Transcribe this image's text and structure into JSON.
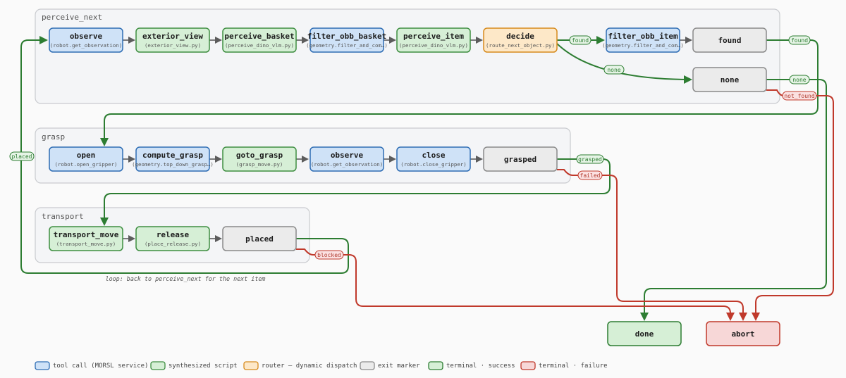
{
  "groups": {
    "perceive_next": "perceive_next",
    "grasp": "grasp",
    "transport": "transport"
  },
  "nodes": {
    "observe1": {
      "title": "observe",
      "sub": "(robot.get_observation)"
    },
    "exterior_view": {
      "title": "exterior_view",
      "sub": "(exterior_view.py)"
    },
    "perceive_basket": {
      "title": "perceive_basket",
      "sub": "(perceive_dino_vlm.py)"
    },
    "filter_obb_basket": {
      "title": "filter_obb_basket",
      "sub": "(geometry.filter_and_com…)"
    },
    "perceive_item": {
      "title": "perceive_item",
      "sub": "(perceive_dino_vlm.py)"
    },
    "decide": {
      "title": "decide",
      "sub": "(route_next_object.py)"
    },
    "filter_obb_item": {
      "title": "filter_obb_item",
      "sub": "(geometry.filter_and_com…)"
    },
    "found": {
      "title": "found"
    },
    "none": {
      "title": "none"
    },
    "open": {
      "title": "open",
      "sub": "(robot.open_gripper)"
    },
    "compute_grasp": {
      "title": "compute_grasp",
      "sub": "(geometry.top_down_grasp…)"
    },
    "goto_grasp": {
      "title": "goto_grasp",
      "sub": "(grasp_move.py)"
    },
    "observe2": {
      "title": "observe",
      "sub": "(robot.get_observation)"
    },
    "close": {
      "title": "close",
      "sub": "(robot.close_gripper)"
    },
    "grasped": {
      "title": "grasped"
    },
    "transport_move": {
      "title": "transport_move",
      "sub": "(transport_move.py)"
    },
    "release": {
      "title": "release",
      "sub": "(place_release.py)"
    },
    "placed": {
      "title": "placed"
    },
    "done": {
      "title": "done"
    },
    "abort": {
      "title": "abort"
    }
  },
  "edge_labels": {
    "found_decide": "found",
    "none_decide": "none",
    "found_exit": "found",
    "none_exit": "none",
    "not_found": "not_found",
    "grasped": "grasped",
    "failed": "failed",
    "blocked": "blocked",
    "placed": "placed"
  },
  "note": "loop: back to perceive_next for the next item",
  "legend": [
    {
      "label": "tool call (MORSL service)",
      "fill": "#cfe2f7",
      "stroke": "#2e6db4"
    },
    {
      "label": "synthesized script",
      "fill": "#d6efd6",
      "stroke": "#3e8e41"
    },
    {
      "label": "router — dynamic dispatch",
      "fill": "#fde8c8",
      "stroke": "#d68a1c"
    },
    {
      "label": "exit marker",
      "fill": "#e8e8e8",
      "stroke": "#8a8a8a"
    },
    {
      "label": "terminal · success",
      "fill": "#d6efd6",
      "stroke": "#2d7d32"
    },
    {
      "label": "terminal · failure",
      "fill": "#f7d7d7",
      "stroke": "#c0392b"
    }
  ],
  "colors": {
    "tool": {
      "fill": "#cfe2f7",
      "stroke": "#2e6db4"
    },
    "script": {
      "fill": "#d6efd6",
      "stroke": "#3e8e41"
    },
    "router": {
      "fill": "#fde8c8",
      "stroke": "#d68a1c"
    },
    "exit": {
      "fill": "#ebebeb",
      "stroke": "#8a8a8a"
    },
    "success": {
      "fill": "#d6efd6",
      "stroke": "#2d7d32"
    },
    "failure": {
      "fill": "#f7d7d7",
      "stroke": "#c0392b"
    },
    "edge_success": "#2d7d32",
    "edge_failure": "#c0392b"
  }
}
